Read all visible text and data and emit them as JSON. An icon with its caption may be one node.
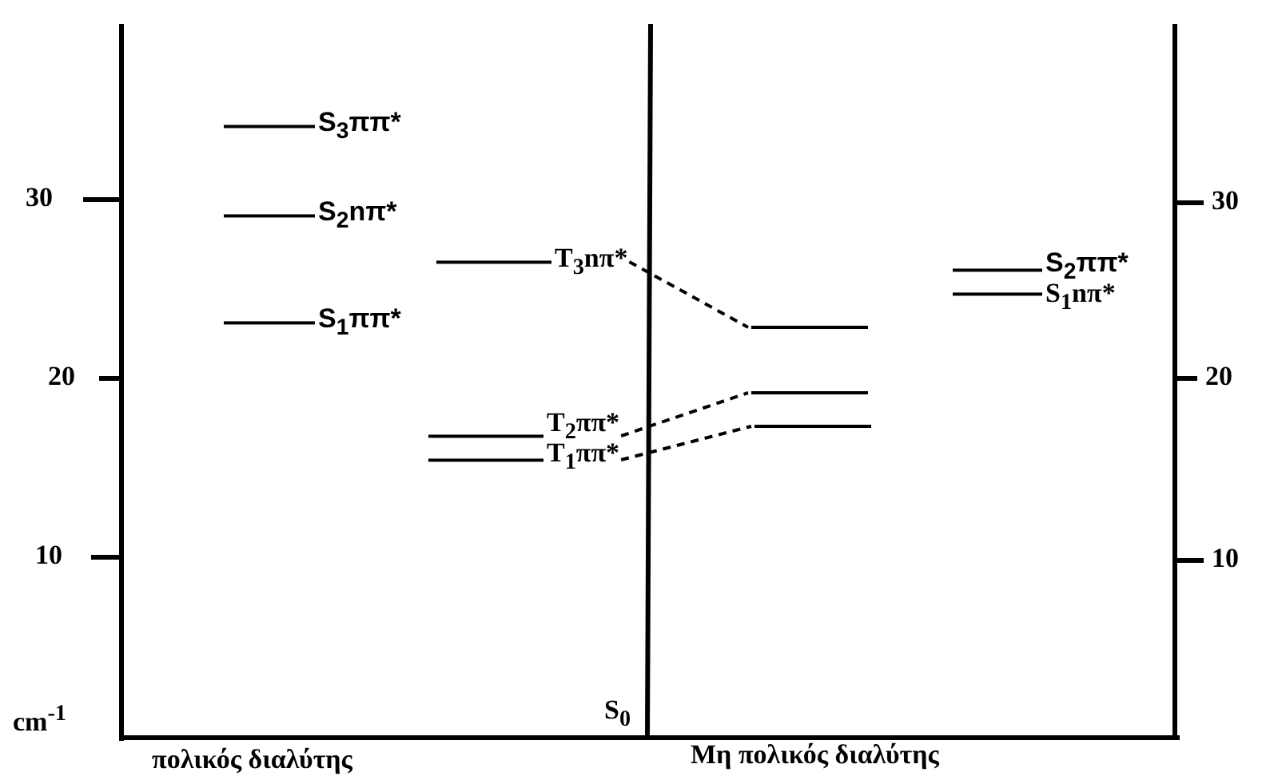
{
  "diagram": {
    "nodes": [
      {
        "text": [
          "S$_{3}$ππ*"
        ]
      },
      {
        "text": [
          "S$_{2}$nπ*"
        ]
      },
      {
        "text": [
          "S$_{1}$ππ*"
        ]
      },
      {
        "text": [
          "T$_{3}$nπ*"
        ]
      },
      {
        "text": [
          "T$_{2}$ππ*"
        ]
      },
      {
        "text": [
          "T$_{1}$ππ*"
        ]
      },
      {
        "text": [],
        "shape": "bar"
      },
      {
        "text": [],
        "shape": "bar"
      },
      {
        "text": [],
        "shape": "bar"
      },
      {
        "text": [
          "S$_{2}$ππ*"
        ]
      },
      {
        "text": [
          "S$_{1}$nπ*"
        ]
      }
    ],
    "edges": [
      {
        "from": 3,
        "to": 6,
        "arrow": "none",
        "style": "dashed"
      },
      {
        "from": 4,
        "to": 7,
        "arrow": "none",
        "style": "dashed"
      },
      {
        "from": 5,
        "to": 8,
        "arrow": "none",
        "style": "dashed"
      }
    ],
    "labels": [
      "30",
      "20",
      "10",
      "cm$^{-1}$",
      "S$_{0}$",
      "πολικός διαλύτης",
      "Μη πολικός διαλύτης",
      "30",
      "20",
      "10"
    ]
  }
}
